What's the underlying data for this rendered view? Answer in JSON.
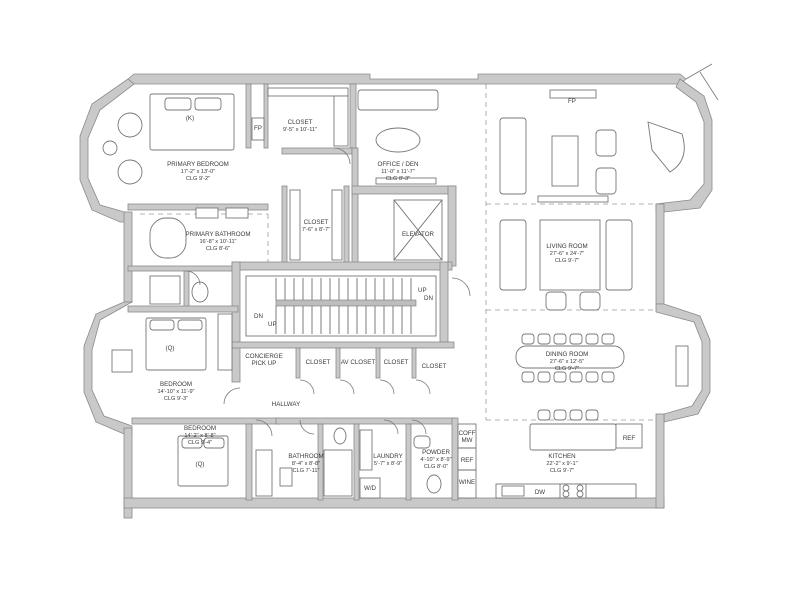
{
  "rooms": {
    "primary_bedroom": {
      "name": "PRIMARY BEDROOM",
      "dim": "17'-2\" x 13'-0\"",
      "clg": "CLG 9'-2\""
    },
    "closet_top": {
      "name": "CLOSET",
      "dim": "9'-5\" x 10'-11\""
    },
    "office": {
      "name": "OFFICE / DEN",
      "dim": "11'-0\" x 11'-7\"",
      "clg": "CLG 8'-3\""
    },
    "closet_mid": {
      "name": "CLOSET",
      "dim": "7'-6\" x 8'-7\""
    },
    "primary_bath": {
      "name": "PRIMARY BATHROOM",
      "dim": "16'-8\" x 10'-11\"",
      "clg": "CLG 8'-6\""
    },
    "elevator": {
      "name": "ELEVATOR"
    },
    "living": {
      "name": "LIVING ROOM",
      "dim": "27'-6\" x 24'-7\"",
      "clg": "CLG 9'-7\""
    },
    "dining": {
      "name": "DINING ROOM",
      "dim": "27'-6\" x 12'-5\"",
      "clg": "CLG 9'-7\""
    },
    "bedroom1": {
      "name": "BEDROOM",
      "dim": "14'-10\" x 11'-9\"",
      "clg": "CLG 9'-3\""
    },
    "bedroom2": {
      "name": "BEDROOM",
      "dim": "14'-2\" x 8'-8\"",
      "clg": "CLG 9'-4\""
    },
    "bathroom": {
      "name": "BATHROOM",
      "dim": "8'-4\" x 8'-8\"",
      "clg": "CLG 7'-11\""
    },
    "laundry": {
      "name": "LAUNDRY",
      "dim": "5'-7\" x 8'-9\""
    },
    "powder": {
      "name": "POWDER",
      "dim": "4'-10\" x 8'-9\"",
      "clg": "CLG 8'-0\""
    },
    "kitchen": {
      "name": "KITCHEN",
      "dim": "22'-2\" x 9'-1\"",
      "clg": "CLG 9'-7\""
    }
  },
  "labels": {
    "concierge_1": "CONCIERGE",
    "concierge_2": "PICK UP",
    "closet_a": "CLOSET",
    "av_closet": "AV CLOSET",
    "closet_b": "CLOSET",
    "closet_c": "CLOSET",
    "hallway": "HALLWAY",
    "up_1": "UP",
    "up_2": "UP",
    "dn_1": "DN",
    "dn_2": "DN",
    "fp_1": "FP",
    "fp_2": "FP",
    "bed_k": "(K)",
    "bed_q1": "(Q)",
    "bed_q2": "(Q)",
    "wd": "W/D",
    "coff_1": "COFF",
    "coff_2": "MW",
    "ref_1": "REF",
    "ref_2": "REF",
    "wine": "WINE",
    "dw": "DW"
  }
}
